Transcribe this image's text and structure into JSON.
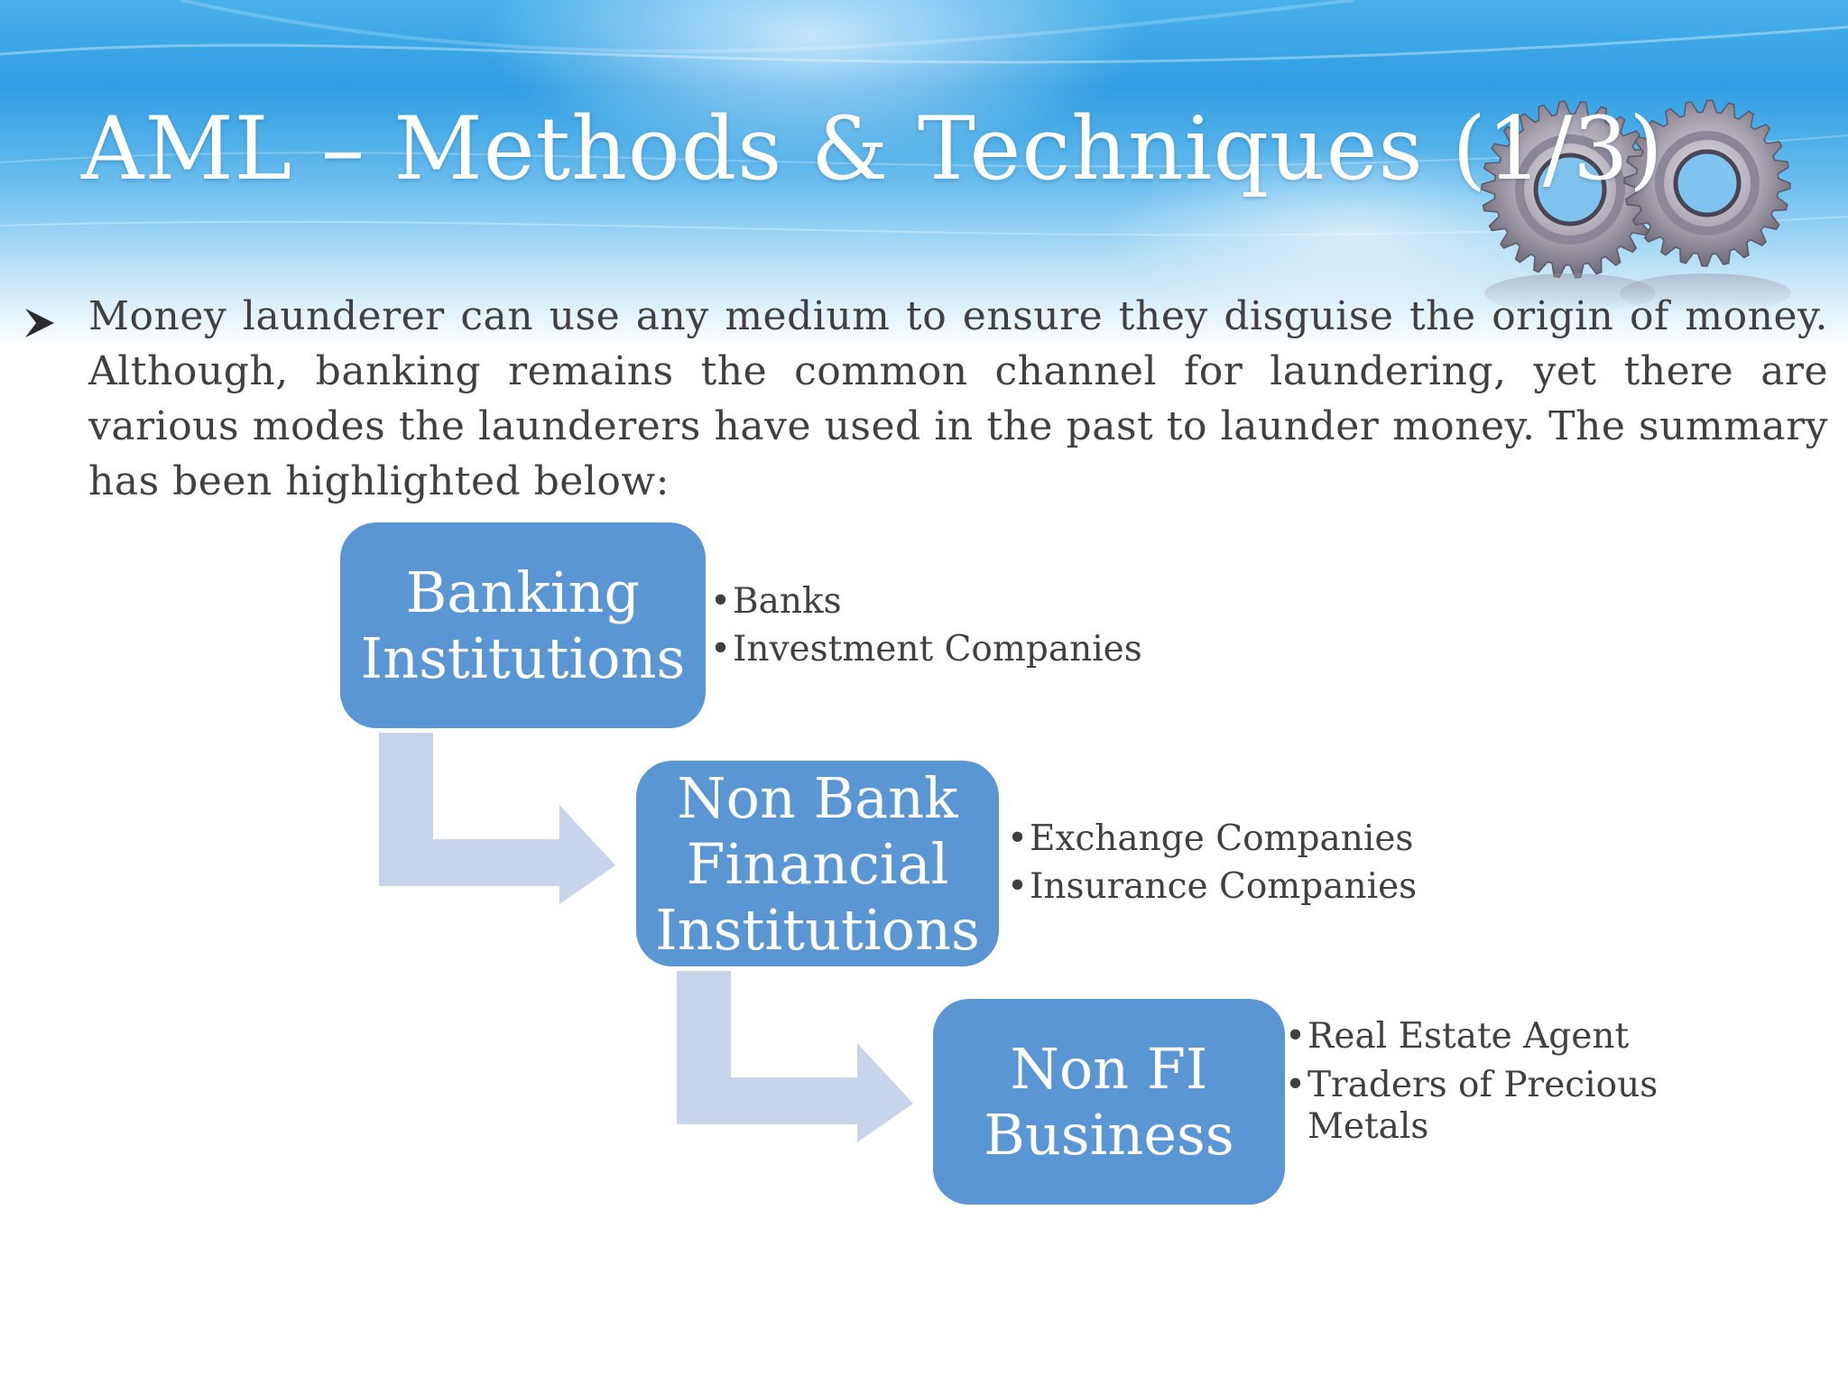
{
  "slide": {
    "title": "AML – Methods & Techniques (1/3)",
    "intro": "Money launderer can use any medium to ensure they disguise the origin of money. Although, banking remains the common channel for laundering, yet there are various modes the launderers have used in the past to launder money. The summary has been highlighted below:",
    "bullet_icon": "arrowhead-bullet-icon",
    "decoration_icon": "gears-icon"
  },
  "diagram": {
    "box_color": "#5a96d4",
    "arrow_color": "#c8d4ea",
    "levels": [
      {
        "label": "Banking\nInstitutions",
        "items": [
          "Banks",
          "Investment Companies"
        ]
      },
      {
        "label": "Non Bank\nFinancial\nInstitutions",
        "items": [
          "Exchange Companies",
          "Insurance Companies"
        ]
      },
      {
        "label": "Non FI\nBusiness",
        "items": [
          "Real Estate Agent",
          "Traders of Precious Metals"
        ]
      }
    ]
  }
}
